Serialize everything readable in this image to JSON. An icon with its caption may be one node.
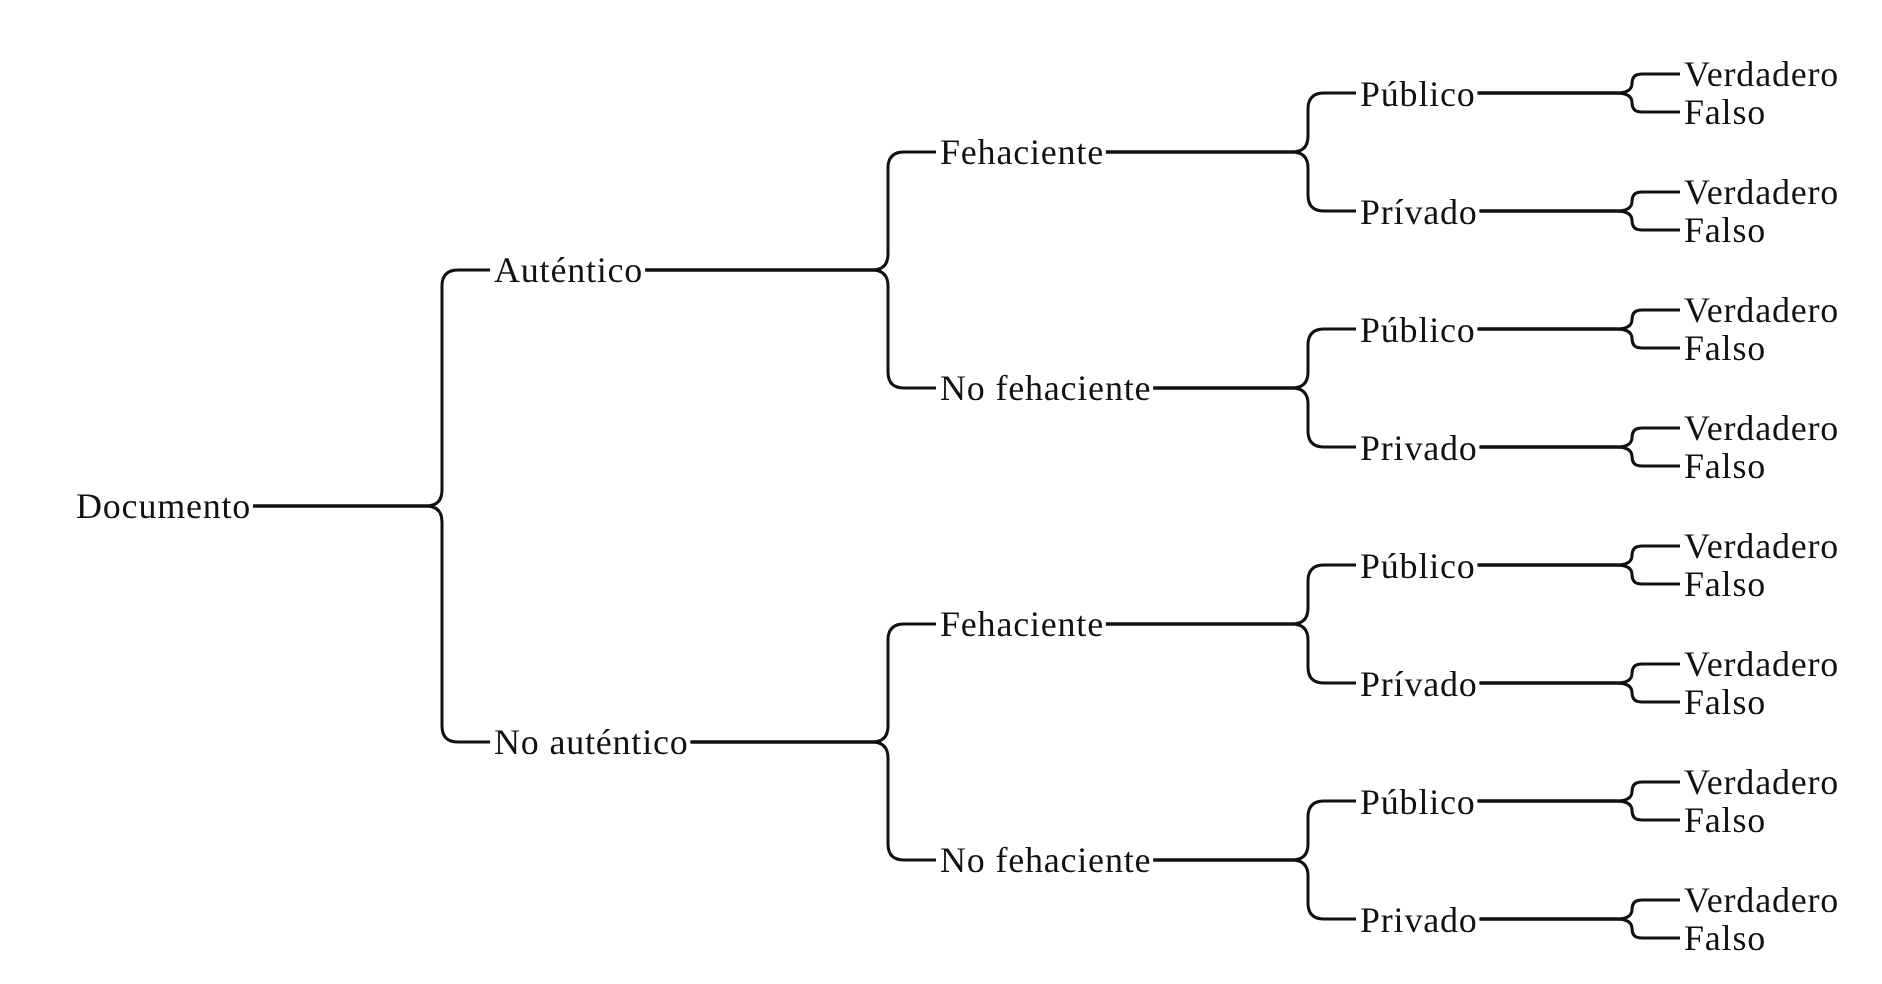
{
  "diagram": {
    "nodes": [
      {
        "text": [
          "Documento"
        ]
      },
      {
        "text": [
          "Auténtico"
        ]
      },
      {
        "text": [
          "Fehaciente"
        ]
      },
      {
        "text": [
          "Público"
        ]
      },
      {
        "text": [
          "Verdadero"
        ]
      },
      {
        "text": [
          "Falso"
        ]
      },
      {
        "text": [
          "Prívado"
        ]
      },
      {
        "text": [
          "Verdadero"
        ]
      },
      {
        "text": [
          "Falso"
        ]
      },
      {
        "text": [
          "No fehaciente"
        ]
      },
      {
        "text": [
          "Público"
        ]
      },
      {
        "text": [
          "Verdadero"
        ]
      },
      {
        "text": [
          "Falso"
        ]
      },
      {
        "text": [
          "Privado"
        ]
      },
      {
        "text": [
          "Verdadero"
        ]
      },
      {
        "text": [
          "Falso"
        ]
      },
      {
        "text": [
          "No auténtico"
        ]
      },
      {
        "text": [
          "Fehaciente"
        ]
      },
      {
        "text": [
          "Público"
        ]
      },
      {
        "text": [
          "Verdadero"
        ]
      },
      {
        "text": [
          "Falso"
        ]
      },
      {
        "text": [
          "Prívado"
        ]
      },
      {
        "text": [
          "Verdadero"
        ]
      },
      {
        "text": [
          "Falso"
        ]
      },
      {
        "text": [
          "No fehaciente"
        ]
      },
      {
        "text": [
          "Público"
        ]
      },
      {
        "text": [
          "Verdadero"
        ]
      },
      {
        "text": [
          "Falso"
        ]
      },
      {
        "text": [
          "Privado"
        ]
      },
      {
        "text": [
          "Verdadero"
        ]
      },
      {
        "text": [
          "Falso"
        ]
      }
    ],
    "edges": [
      {
        "from": 0,
        "to": 1,
        "arrow": "none"
      },
      {
        "from": 0,
        "to": 16,
        "arrow": "none"
      },
      {
        "from": 1,
        "to": 2,
        "arrow": "none"
      },
      {
        "from": 1,
        "to": 9,
        "arrow": "none"
      },
      {
        "from": 2,
        "to": 3,
        "arrow": "none"
      },
      {
        "from": 2,
        "to": 6,
        "arrow": "none"
      },
      {
        "from": 3,
        "to": 4,
        "arrow": "none"
      },
      {
        "from": 3,
        "to": 5,
        "arrow": "none"
      },
      {
        "from": 6,
        "to": 7,
        "arrow": "none"
      },
      {
        "from": 6,
        "to": 8,
        "arrow": "none"
      },
      {
        "from": 9,
        "to": 10,
        "arrow": "none"
      },
      {
        "from": 9,
        "to": 13,
        "arrow": "none"
      },
      {
        "from": 10,
        "to": 11,
        "arrow": "none"
      },
      {
        "from": 10,
        "to": 12,
        "arrow": "none"
      },
      {
        "from": 13,
        "to": 14,
        "arrow": "none"
      },
      {
        "from": 13,
        "to": 15,
        "arrow": "none"
      },
      {
        "from": 16,
        "to": 17,
        "arrow": "none"
      },
      {
        "from": 16,
        "to": 24,
        "arrow": "none"
      },
      {
        "from": 17,
        "to": 18,
        "arrow": "none"
      },
      {
        "from": 17,
        "to": 21,
        "arrow": "none"
      },
      {
        "from": 18,
        "to": 19,
        "arrow": "none"
      },
      {
        "from": 18,
        "to": 20,
        "arrow": "none"
      },
      {
        "from": 21,
        "to": 22,
        "arrow": "none"
      },
      {
        "from": 21,
        "to": 23,
        "arrow": "none"
      },
      {
        "from": 24,
        "to": 25,
        "arrow": "none"
      },
      {
        "from": 24,
        "to": 28,
        "arrow": "none"
      },
      {
        "from": 25,
        "to": 26,
        "arrow": "none"
      },
      {
        "from": 25,
        "to": 27,
        "arrow": "none"
      },
      {
        "from": 28,
        "to": 29,
        "arrow": "none"
      },
      {
        "from": 28,
        "to": 30,
        "arrow": "none"
      }
    ]
  }
}
